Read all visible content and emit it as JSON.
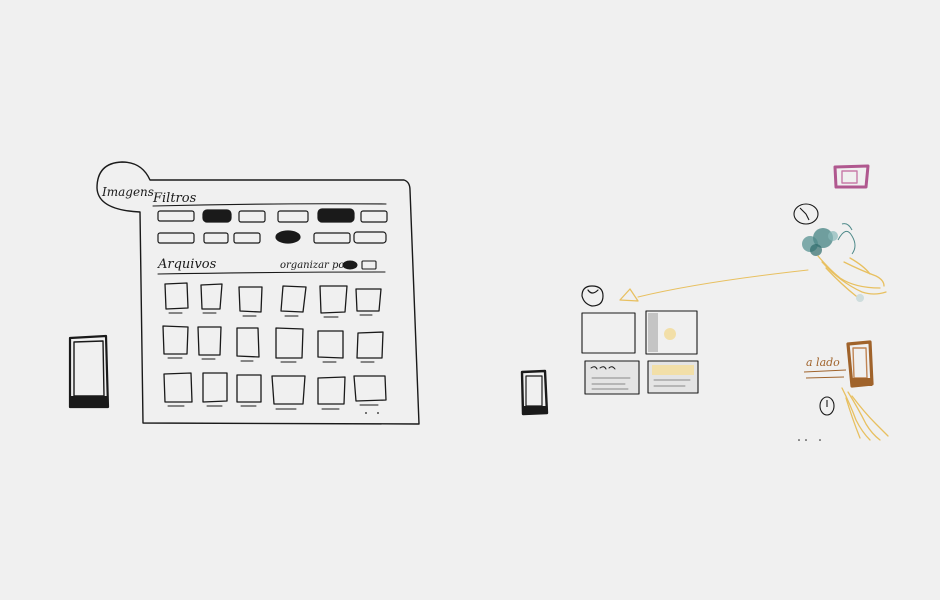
{
  "sketch": {
    "tab_title": "Imagens",
    "filters_label": "Filtros",
    "files_label": "Arquivos",
    "sort_label": "organizar por:",
    "small_label": "a lado"
  },
  "colors": {
    "background": "#f0f0f0",
    "ink": "#1a1a1a",
    "pink_tablet": "#b0588f",
    "teal_blobs": "#4f8a8a",
    "yellow_scribble": "#e8c060",
    "brown_tablet": "#a0632b",
    "thumb_yellow": "#f2dfa8"
  }
}
